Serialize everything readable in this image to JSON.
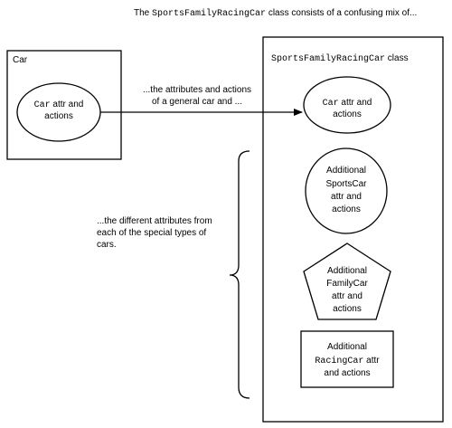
{
  "caption": {
    "prefix": "The ",
    "class_name": "SportsFamilyRacingCar",
    "suffix": " class consists of a confusing mix of..."
  },
  "car_box": {
    "title": "Car",
    "ellipse_line1_code": "Car",
    "ellipse_line1_text": " attr and",
    "ellipse_line2": "actions"
  },
  "annotation_top": {
    "line1": "...the attributes and actions",
    "line2": "of a general car and ..."
  },
  "annotation_left": {
    "line1": "...the different attributes from",
    "line2": "each of the special types of",
    "line3": "cars."
  },
  "class_box": {
    "title_code": "SportsFamilyRacingCar",
    "title_text": " class",
    "car_ellipse": {
      "line1_code": "Car",
      "line1_text": " attr and",
      "line2": "actions"
    },
    "sports_circle": {
      "line1": "Additional",
      "line2_code": "SportsCar",
      "line3": "attr and",
      "line4": "actions"
    },
    "family_pentagon": {
      "line1": "Additional",
      "line2_code": "FamilyCar",
      "line3": "attr and",
      "line4": "actions"
    },
    "racing_rect": {
      "line1": "Additional",
      "line2_code": "RacingCar",
      "line2_text": " attr",
      "line3": "and actions"
    }
  }
}
